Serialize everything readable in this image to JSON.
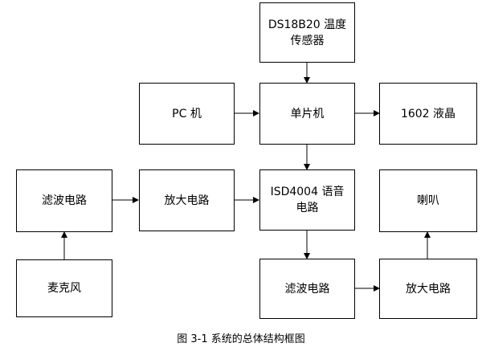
{
  "diagram": {
    "boxes": {
      "sensor": "DS18B20 温度\n传感器",
      "pc": "PC 机",
      "mcu": "单片机",
      "lcd": "1602 液晶",
      "filter_in": "滤波电路",
      "amp_in": "放大电路",
      "voice": "ISD4004 语音\n电路",
      "speaker": "喇叭",
      "mic": "麦克风",
      "filter_out": "滤波电路",
      "amp_out": "放大电路"
    },
    "caption": "图 3-1  系统的总体结构框图"
  }
}
